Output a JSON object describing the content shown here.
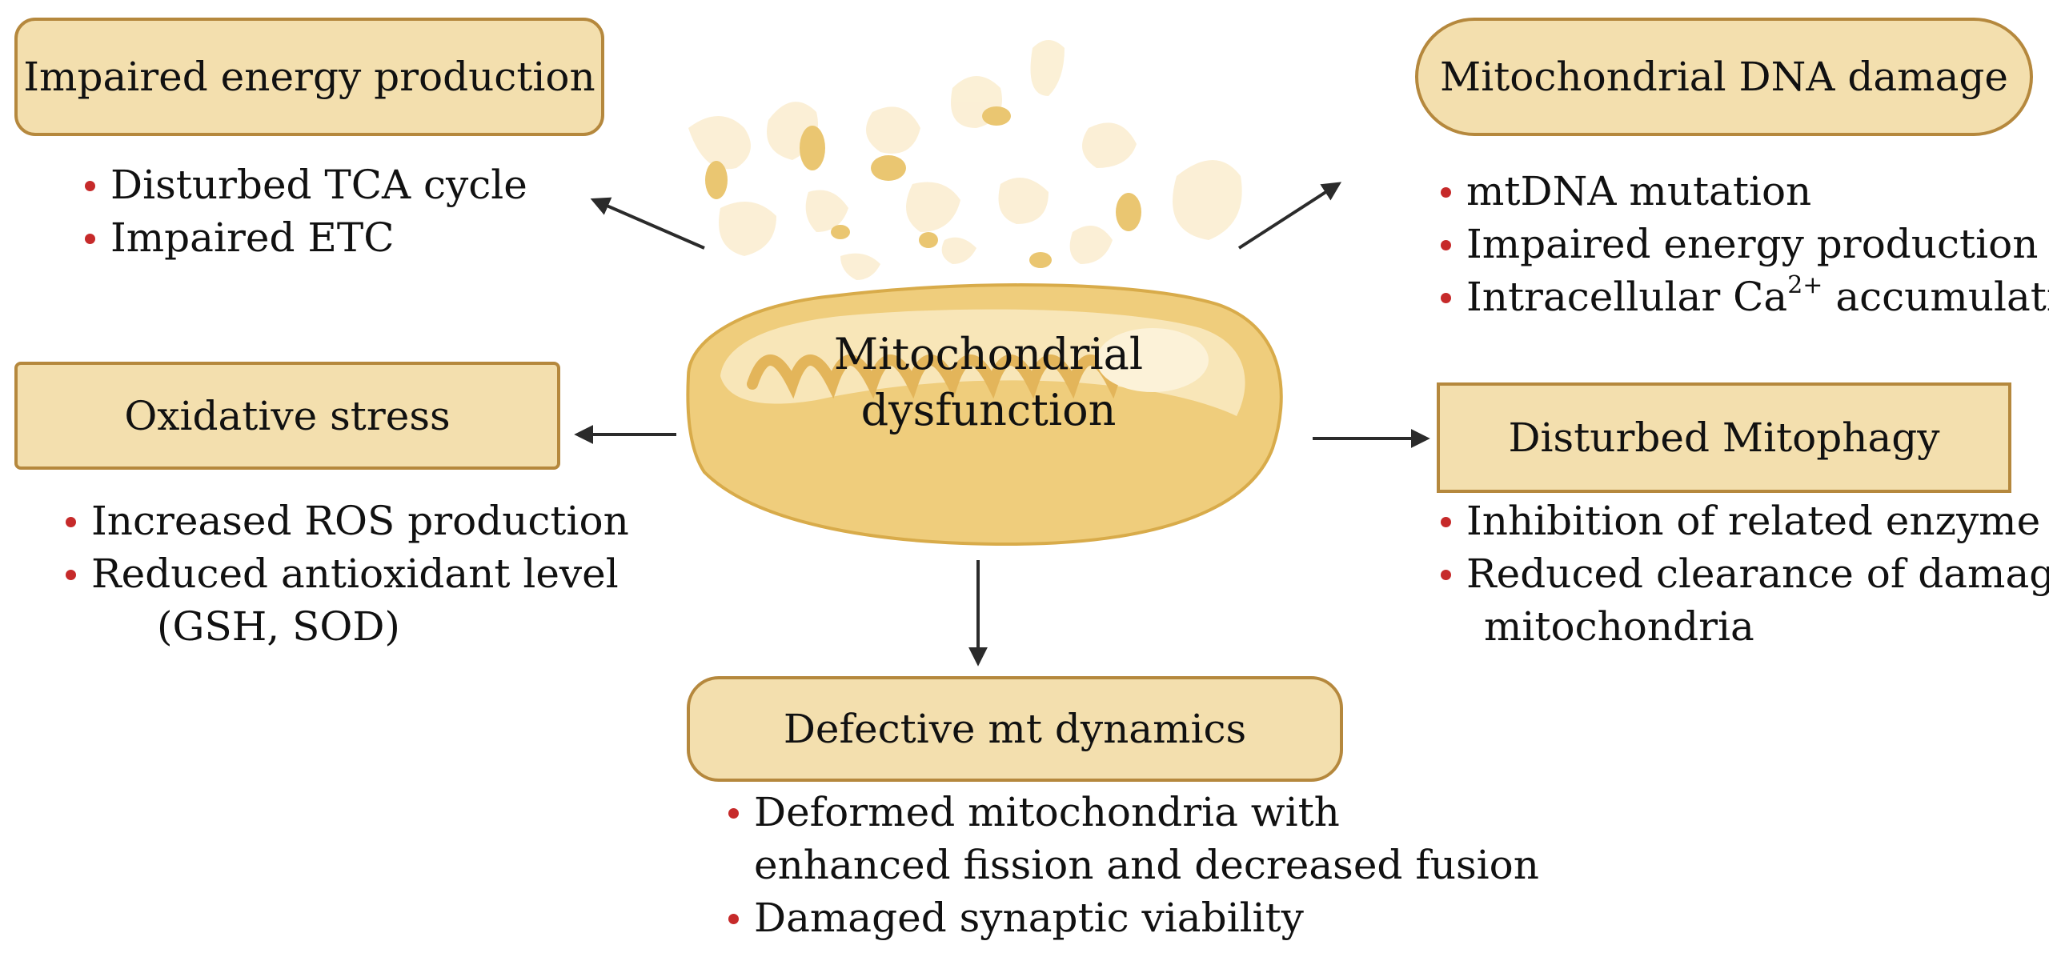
{
  "center": {
    "line1": "Mitochondrial",
    "line2": "dysfunction"
  },
  "boxes": {
    "energy": {
      "title": "Impaired energy production",
      "items": [
        "Disturbed TCA cycle",
        "Impaired ETC"
      ]
    },
    "oxidative": {
      "title": "Oxidative stress",
      "items": [
        "Increased ROS production",
        "Reduced antioxidant level"
      ],
      "item2_cont": "(GSH, SOD)"
    },
    "dna": {
      "title": "Mitochondrial DNA damage",
      "items": [
        "mtDNA mutation",
        "Impaired energy production"
      ],
      "item3_pre": "Intracellular Ca",
      "item3_sup": "2+",
      "item3_post": " accumulation"
    },
    "mitophagy": {
      "title": "Disturbed Mitophagy",
      "items": [
        "Inhibition of related enzyme",
        "Reduced clearance of damaged"
      ],
      "item2_cont": "mitochondria"
    },
    "dynamics": {
      "title": "Defective mt dynamics",
      "items": [
        "Deformed mitochondria with",
        "Damaged synaptic viability"
      ],
      "item1_cont": "enhanced fission and decreased fusion"
    }
  },
  "colors": {
    "box_fill": "#f3dfae",
    "box_border": "#b5883d",
    "bullet": "#c62a2a",
    "mito_outer": "#efcd7c",
    "mito_inner": "#f8e6b8",
    "arrow": "#2b2b2b"
  }
}
